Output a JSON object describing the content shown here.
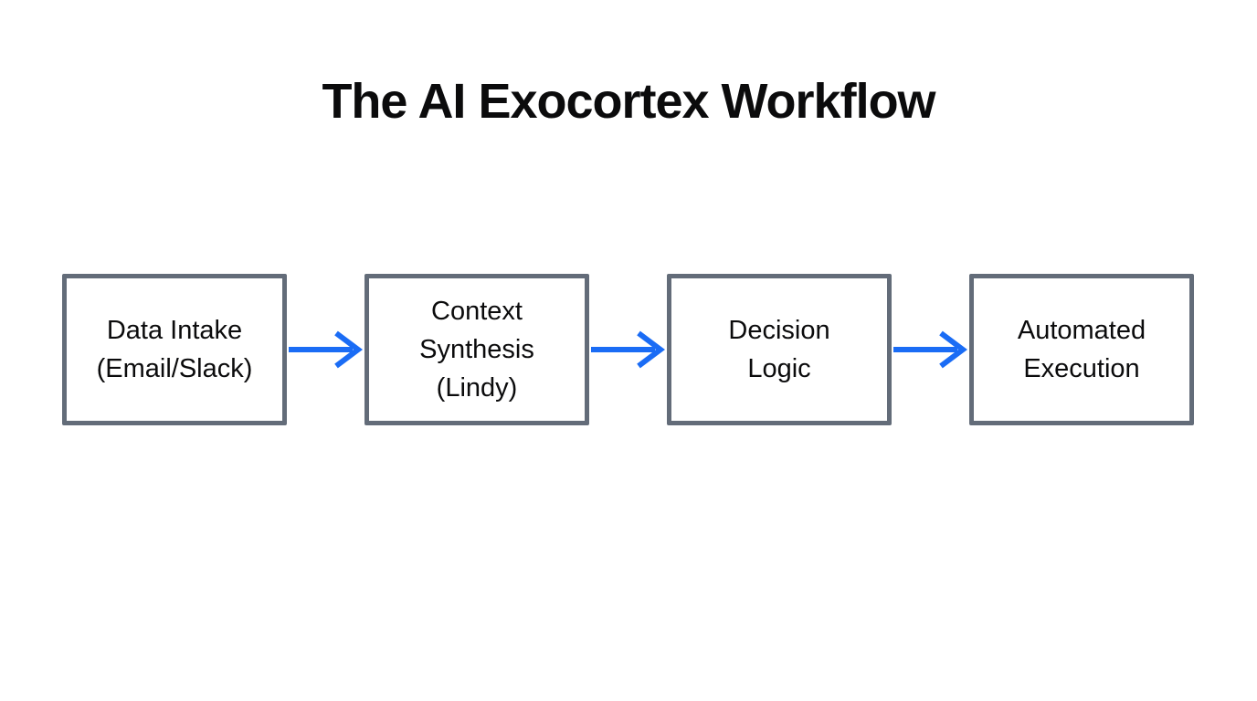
{
  "title": "The AI Exocortex Workflow",
  "colors": {
    "arrow_blue": "#1a6cf5",
    "box_border_gray": "#636c79",
    "box_fill": "#ffffff",
    "text_black": "#0b0b0c",
    "page_background": "#ffffff"
  },
  "flowchart": {
    "nodes": [
      {
        "label": "Data Intake\n(Email/Slack)"
      },
      {
        "label": "Context\nSynthesis\n(Lindy)"
      },
      {
        "label": "Decision\nLogic"
      },
      {
        "label": "Automated\nExecution"
      }
    ],
    "connections": [
      {
        "from": "Data Intake (Email/Slack)",
        "to": "Context Synthesis (Lindy)"
      },
      {
        "from": "Context Synthesis (Lindy)",
        "to": "Decision Logic"
      },
      {
        "from": "Decision Logic",
        "to": "Automated Execution"
      }
    ]
  }
}
